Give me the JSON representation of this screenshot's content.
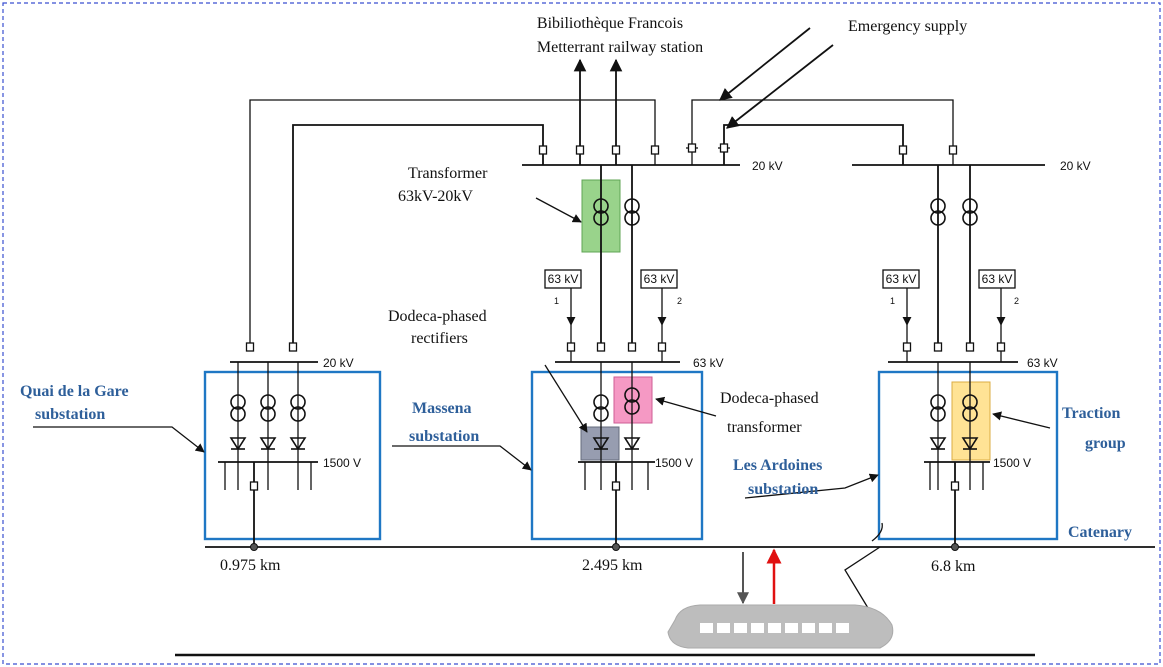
{
  "labels": {
    "bibliotheque_line1": "Bibiliothèque Francois",
    "bibliotheque_line2": "Metterrant railway station",
    "emergency_supply": "Emergency supply",
    "transformer_line1": "Transformer",
    "transformer_line2": "63kV-20kV",
    "dodeca_rect_line1": "Dodeca-phased",
    "dodeca_rect_line2": "rectifiers",
    "dodeca_trans_line1": "Dodeca-phased",
    "dodeca_trans_line2": "transformer",
    "traction_line1": "Traction",
    "traction_line2": "group",
    "catenary": "Catenary"
  },
  "substations": {
    "quai_line1": "Quai de la Gare",
    "quai_line2": "substation",
    "massena_line1": "Massena",
    "massena_line2": "substation",
    "ardoines_line1": "Les Ardoines",
    "ardoines_line2": "substation"
  },
  "voltages": {
    "kv20": "20 kV",
    "kv63": "63 kV",
    "v1500": "1500 V",
    "feed1": "1",
    "feed2": "2"
  },
  "distances": {
    "quai": "0.975 km",
    "massena": "2.495 km",
    "ardoines": "6.8 km"
  },
  "colors": {
    "box_border": "#1f77c4",
    "transformer_highlight": "#8fcf7f",
    "dodeca_transformer_highlight": "#f48fbe",
    "rectifier_highlight": "#8c93a8",
    "traction_highlight": "#ffe08a",
    "upward_arrow": "#e01010",
    "frame_dash": "#3a4fd0"
  }
}
